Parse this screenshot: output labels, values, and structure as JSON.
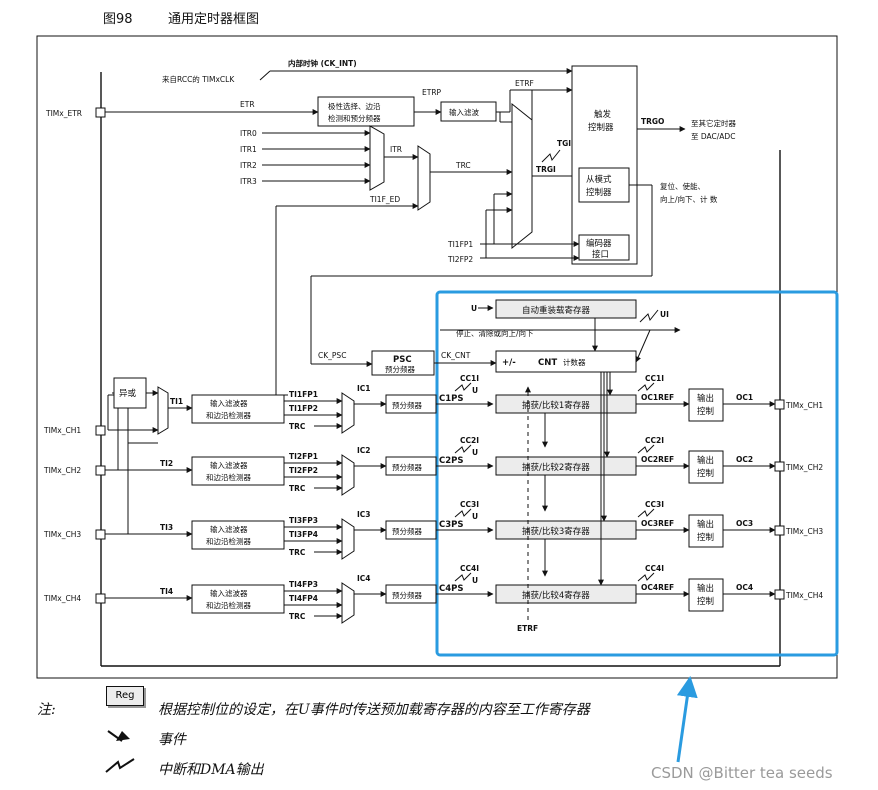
{
  "figure": {
    "number": "图98",
    "title": "通用定时器框图"
  },
  "inputs": {
    "ck_int": "内部时钟 (CK_INT)",
    "from_rcc": "来自RCC的 TIMxCLK",
    "etr_pin": "TIMx_ETR",
    "etr": "ETR",
    "etrp": "ETRP",
    "etrf": "ETRF",
    "itr": [
      "ITR0",
      "ITR1",
      "ITR2",
      "ITR3"
    ],
    "itr_out": "ITR",
    "trc": "TRC",
    "ti1f_ed": "TI1F_ED",
    "tgi": "TGI",
    "trgi": "TRGI",
    "ti1fp1": "TI1FP1",
    "ti2fp2": "TI2FP2"
  },
  "blocks": {
    "polarity": [
      "极性选择、边沿",
      "检测和预分频器"
    ],
    "input_filter": "输入滤波",
    "trigger_ctrl": [
      "触发",
      "控制器"
    ],
    "slave_mode": [
      "从模式",
      "控制器"
    ],
    "encoder": [
      "编码器",
      "接口"
    ],
    "trgo": "TRGO",
    "trgo_to": [
      "至其它定时器",
      "至 DAC/ADC"
    ],
    "slave_out": [
      "复位、使能、",
      "向上/向下、计 数"
    ],
    "auto_reload": "自动重装载寄存器",
    "stop_clear": "停止、清除或向上/向下",
    "ui": "UI",
    "u": "U",
    "psc": "PSC",
    "psc_sub": "预分频器",
    "ck_psc": "CK_PSC",
    "ck_cnt": "CK_CNT",
    "cnt_pm": "+/-",
    "cnt_label": "CNT",
    "cnt_sub": "计数器",
    "xor": "异或",
    "etrf_bottom": "ETRF"
  },
  "channels": [
    {
      "pin": "TIMx_CH1",
      "ti": "TI1",
      "filter": [
        "输入滤波器",
        "和边沿检测器"
      ],
      "fp": [
        "TI1FP1",
        "TI1FP2"
      ],
      "trc": "TRC",
      "ic": "IC1",
      "presc": "预分频器",
      "ps": "C1PS",
      "cci": "CC1I",
      "reg": "捕获/比较1寄存器",
      "ocref": "OC1REF",
      "ctrl": [
        "输出",
        "控制"
      ],
      "oc": "OC1",
      "out_pin": "TIMx_CH1"
    },
    {
      "pin": "TIMx_CH2",
      "ti": "TI2",
      "filter": [
        "输入滤波器",
        "和边沿检测器"
      ],
      "fp": [
        "TI2FP1",
        "TI2FP2"
      ],
      "trc": "TRC",
      "ic": "IC2",
      "presc": "预分频器",
      "ps": "C2PS",
      "cci": "CC2I",
      "reg": "捕获/比较2寄存器",
      "ocref": "OC2REF",
      "ctrl": [
        "输出",
        "控制"
      ],
      "oc": "OC2",
      "out_pin": "TIMx_CH2"
    },
    {
      "pin": "TIMx_CH3",
      "ti": "TI3",
      "filter": [
        "输入滤波器",
        "和边沿检测器"
      ],
      "fp": [
        "TI3FP3",
        "TI3FP4"
      ],
      "trc": "TRC",
      "ic": "IC3",
      "presc": "预分频器",
      "ps": "C3PS",
      "cci": "CC3I",
      "reg": "捕获/比较3寄存器",
      "ocref": "OC3REF",
      "ctrl": [
        "输出",
        "控制"
      ],
      "oc": "OC3",
      "out_pin": "TIMx_CH3"
    },
    {
      "pin": "TIMx_CH4",
      "ti": "TI4",
      "filter": [
        "输入滤波器",
        "和边沿检测器"
      ],
      "fp": [
        "TI4FP3",
        "TI4FP4"
      ],
      "trc": "TRC",
      "ic": "IC4",
      "presc": "预分频器",
      "ps": "C4PS",
      "cci": "CC4I",
      "reg": "捕获/比较4寄存器",
      "ocref": "OC4REF",
      "ctrl": [
        "输出",
        "控制"
      ],
      "oc": "OC4",
      "out_pin": "TIMx_CH4"
    }
  ],
  "legend": {
    "note_label": "注:",
    "reg_label": "Reg",
    "reg_text": "根据控制位的设定，在U事件时传送预加载寄存器的内容至工作寄存器",
    "event_text": "事件",
    "irq_text": "中断和DMA输出"
  },
  "watermark": "CSDN @Bitter tea seeds",
  "colors": {
    "highlight": "#2a9be0",
    "line": "#111111",
    "box_fill": "#ffffff",
    "reg_fill": "#ececec"
  }
}
